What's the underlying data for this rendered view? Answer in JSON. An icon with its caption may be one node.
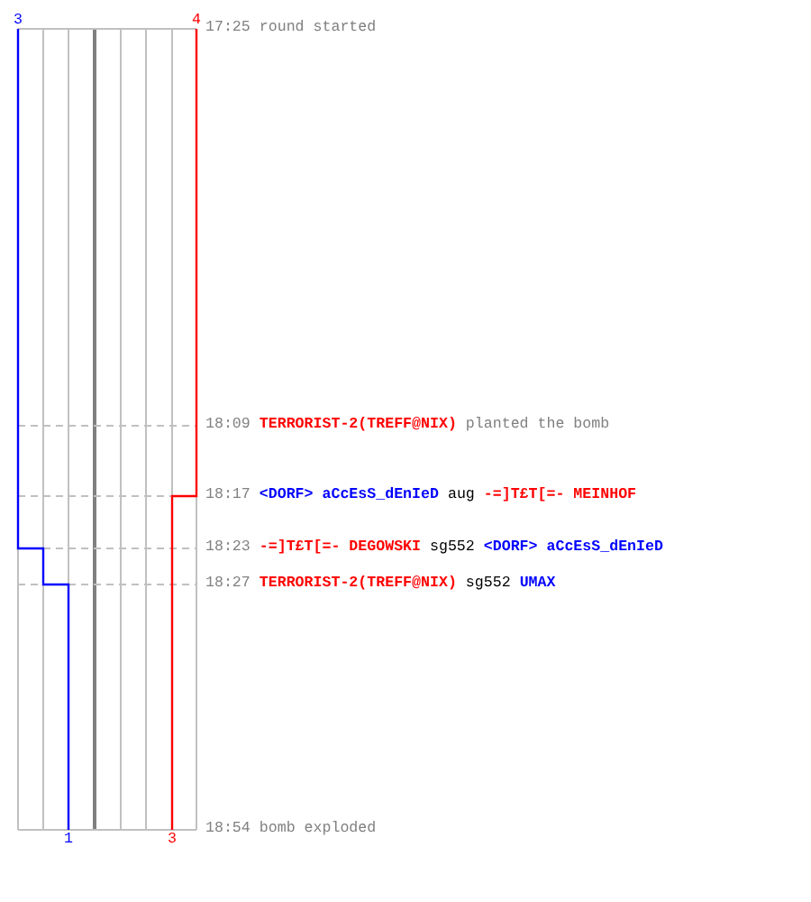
{
  "diagram": {
    "labels": [
      "3",
      "4",
      "17:25",
      "round started",
      "18:09",
      "TERRORIST-2(TREFF@NIX)",
      "planted the bomb",
      "18:17",
      "<DORF> aCcEsS_dEnIeD",
      "aug",
      "-=]T£T[=- MEINHOF",
      "18:23",
      "-=]T£T[=- DEGOWSKI",
      "sg552",
      "<DORF> aCcEsS_dEnIeD",
      "18:27",
      "TERRORIST-2(TREFF@NIX)",
      "sg552",
      "UMAX",
      "1",
      "3",
      "18:54",
      "bomb exploded"
    ]
  }
}
